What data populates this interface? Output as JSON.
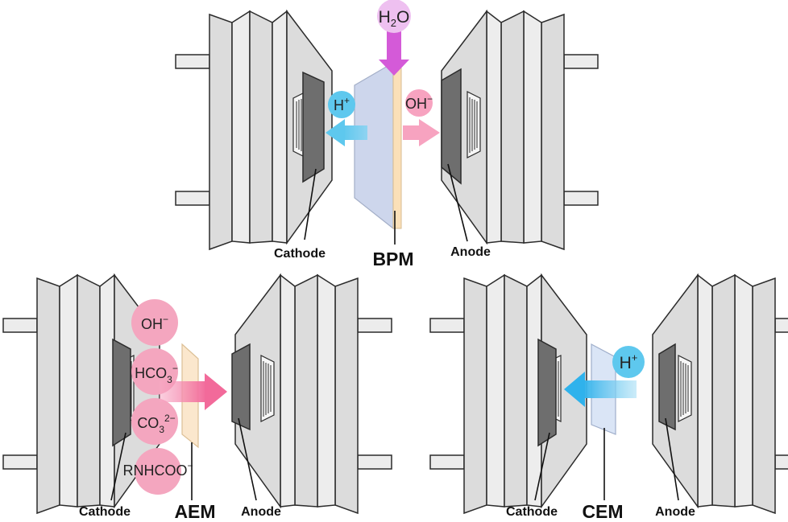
{
  "panels": [
    {
      "membrane": "BPM",
      "cathode_label": "Cathode",
      "anode_label": "Anode",
      "water": {
        "main": "H",
        "sub": "2",
        "tail": "O"
      },
      "left_ion": {
        "main": "H",
        "sup": "+"
      },
      "right_ion": {
        "main": "OH",
        "sup": "−"
      }
    },
    {
      "membrane": "AEM",
      "cathode_label": "Cathode",
      "anode_label": "Anode",
      "ions": [
        {
          "main": "OH",
          "sub": "",
          "sup": "−"
        },
        {
          "main": "HCO",
          "sub": "3",
          "sup": "−"
        },
        {
          "main": "CO",
          "sub": "3",
          "sup": "2−"
        },
        {
          "main": "RNHCOO",
          "sub": "",
          "sup": "−"
        }
      ]
    },
    {
      "membrane": "CEM",
      "cathode_label": "Cathode",
      "anode_label": "Anode",
      "ion": {
        "main": "H",
        "sup": "+"
      }
    }
  ],
  "colors": {
    "plate_fill": "#dcdcdc",
    "plate_stroke": "#2b2b2b",
    "electrode": "#6e6e6e",
    "proton": "#5ec8ee",
    "hydroxide": "#f7a3c0",
    "anion_circle": "#f4a6bf",
    "water_arrow": "#d45ad8",
    "water_circle": "#eec0f0",
    "bpm_blue": "#c8d2ea",
    "bpm_orange": "#fbe0b8",
    "aem_fill": "#fbe5c8",
    "cem_fill": "#d9e4f6"
  }
}
